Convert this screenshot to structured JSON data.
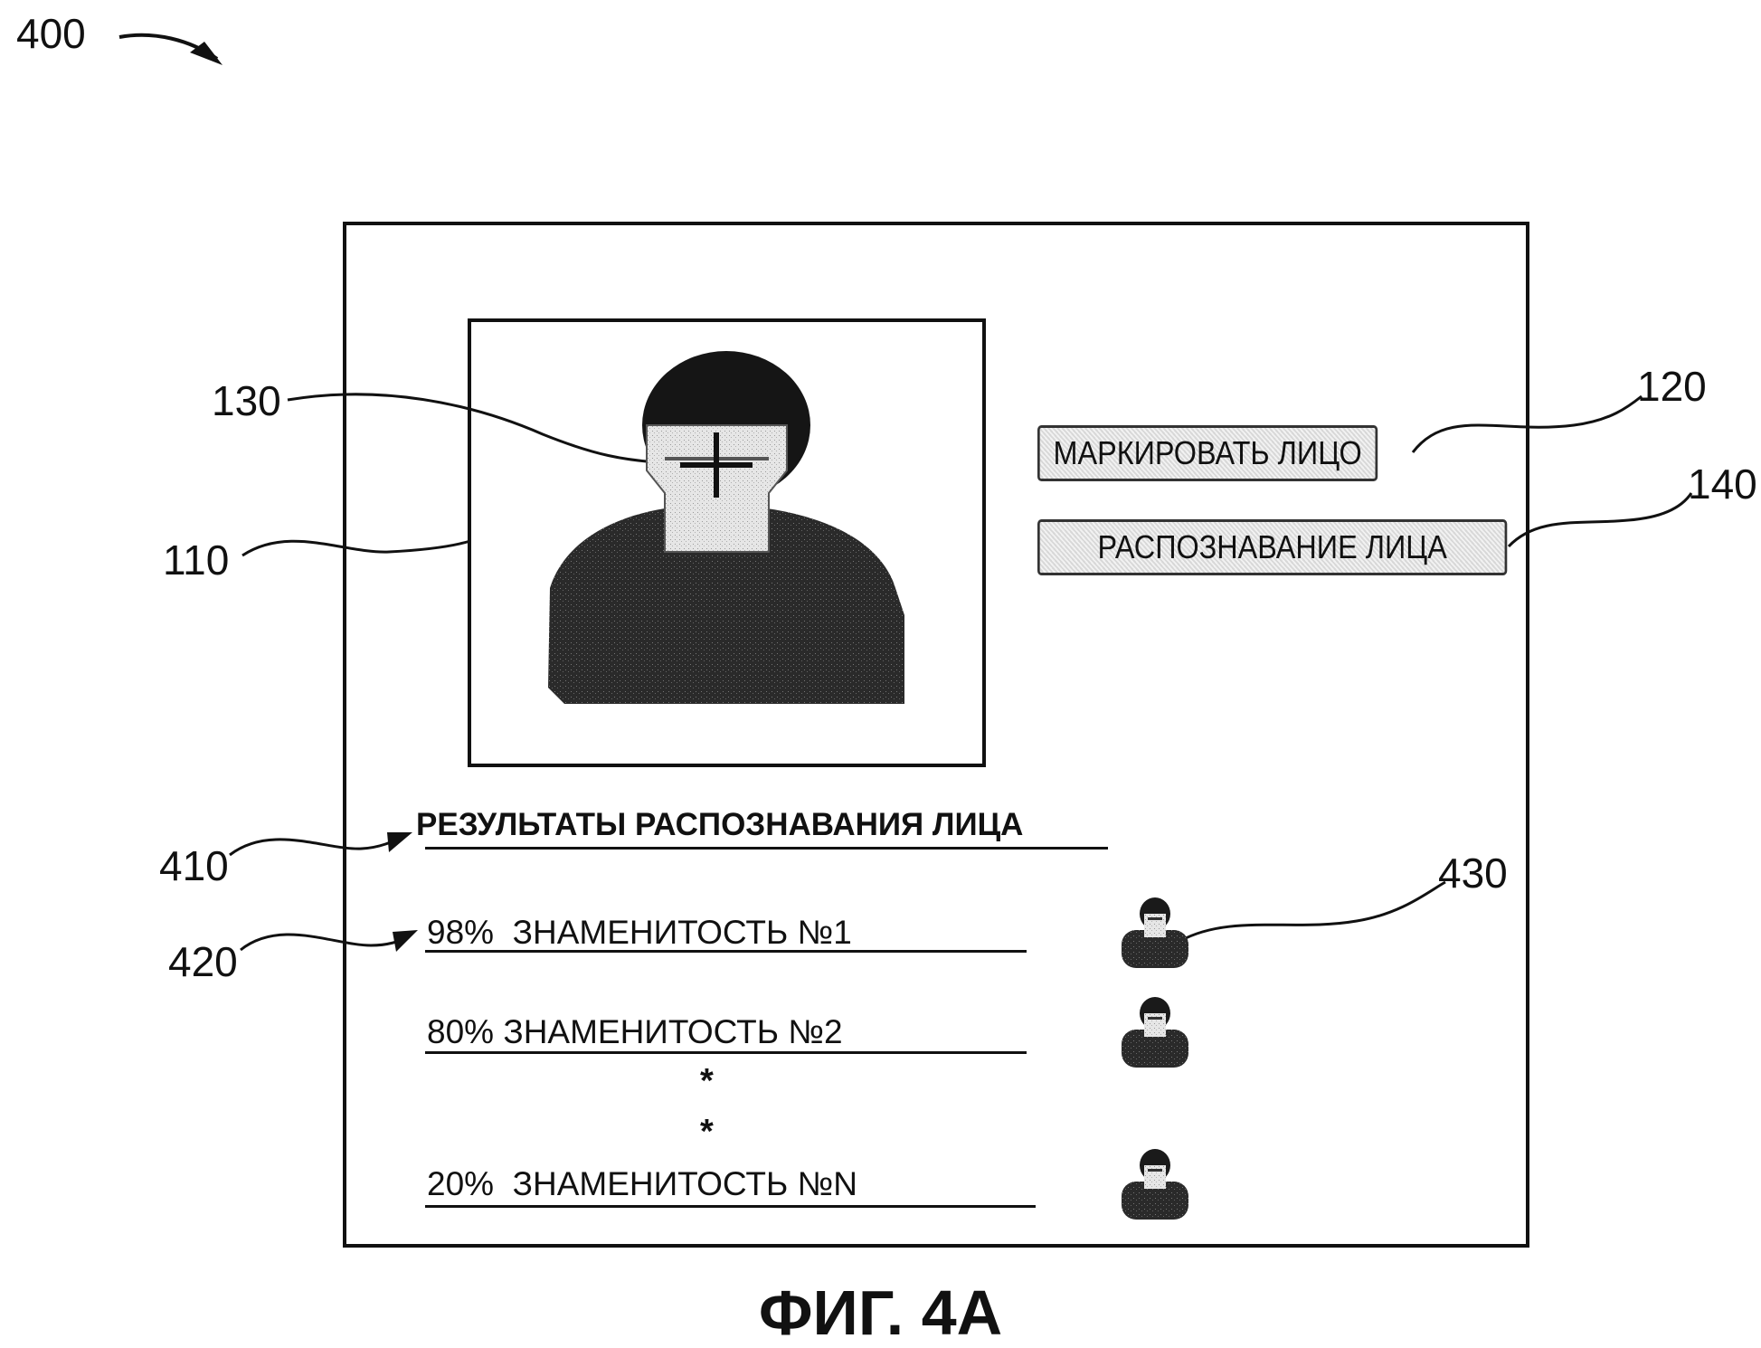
{
  "figure_label": "400",
  "reference_labels": {
    "image_area": "110",
    "mark_face_button": "120",
    "crosshair": "130",
    "recognize_button": "140",
    "results_heading": "410",
    "result_entry": "420",
    "result_thumbnail": "430"
  },
  "buttons": {
    "mark_face": "МАРКИРОВАТЬ ЛИЦО",
    "recognize_face": "РАСПОЗНАВАНИЕ ЛИЦА"
  },
  "results": {
    "title": "РЕЗУЛЬТАТЫ РАСПОЗНАВАНИЯ ЛИЦА",
    "items": [
      {
        "percent": "98%",
        "name": "ЗНАМЕНИТОСТЬ №1"
      },
      {
        "percent": "80%",
        "name": "ЗНАМЕНИТОСТЬ №2"
      },
      {
        "percent": "20%",
        "name": "ЗНАМЕНИТОСТЬ №N"
      }
    ],
    "ellipsis": [
      "*",
      "*"
    ]
  },
  "caption": "ФИГ. 4А"
}
